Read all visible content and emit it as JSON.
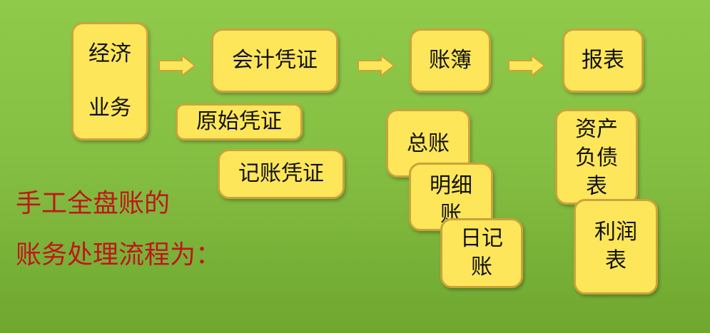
{
  "flow": {
    "business_line1": "经济",
    "business_line2": "业务",
    "voucher": "会计凭证",
    "ledger": "账簿",
    "report": "报表"
  },
  "vouchers": {
    "original": "原始凭证",
    "bookkeeping": "记账凭证"
  },
  "ledgers": {
    "general": "总账",
    "detail_line1": "明细",
    "detail_line2": "账",
    "journal_line1": "日记",
    "journal_line2": "账"
  },
  "reports": {
    "balance_line1": "资产",
    "balance_line2": "负债",
    "balance_line3": "表",
    "income_line1": "利润",
    "income_line2": "表"
  },
  "caption": {
    "line1": "手工全盘账的",
    "line2": "账务处理流程为："
  },
  "colors": {
    "box_fill": "#fde65a",
    "box_border": "#c9a43a",
    "caption": "#c0161a"
  }
}
